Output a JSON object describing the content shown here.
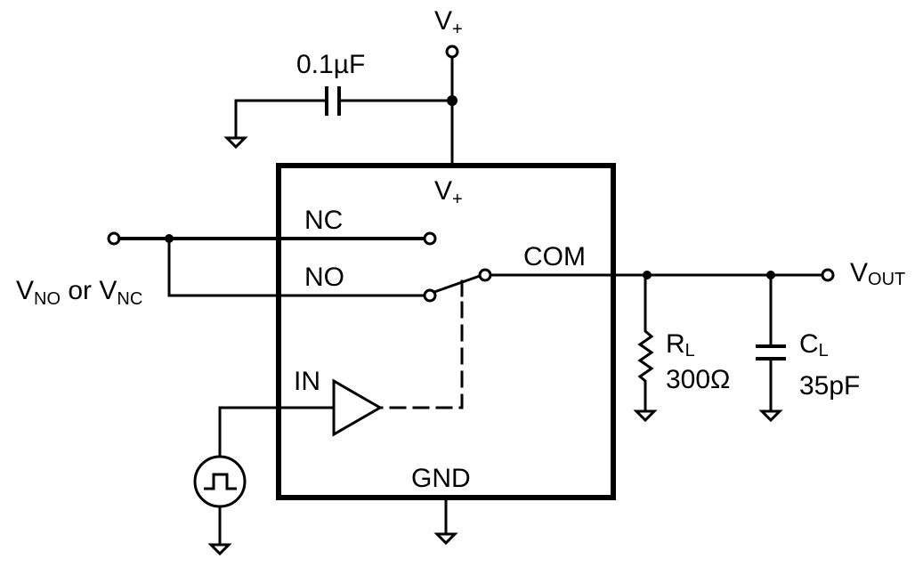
{
  "diagram": {
    "title": "Switch test circuit",
    "colors": {
      "wire": "#000000",
      "background": "#ffffff"
    },
    "supply": {
      "terminal_label": "V",
      "terminal_sub": "+",
      "decoupling_cap": "0.1µF"
    },
    "chip": {
      "pins": {
        "vplus": "V",
        "vplus_sub": "+",
        "nc": "NC",
        "no": "NO",
        "com": "COM",
        "in": "IN",
        "gnd": "GND"
      }
    },
    "input": {
      "label_v1": "V",
      "label_v1_sub": "NO",
      "label_or": " or ",
      "label_v2": "V",
      "label_v2_sub": "NC",
      "source_icon": "pulse-generator"
    },
    "output": {
      "label": "V",
      "label_sub": "OUT",
      "load_resistor": {
        "name": "R",
        "name_sub": "L",
        "value": "300Ω"
      },
      "load_capacitor": {
        "name": "C",
        "name_sub": "L",
        "value": "35pF"
      }
    }
  }
}
